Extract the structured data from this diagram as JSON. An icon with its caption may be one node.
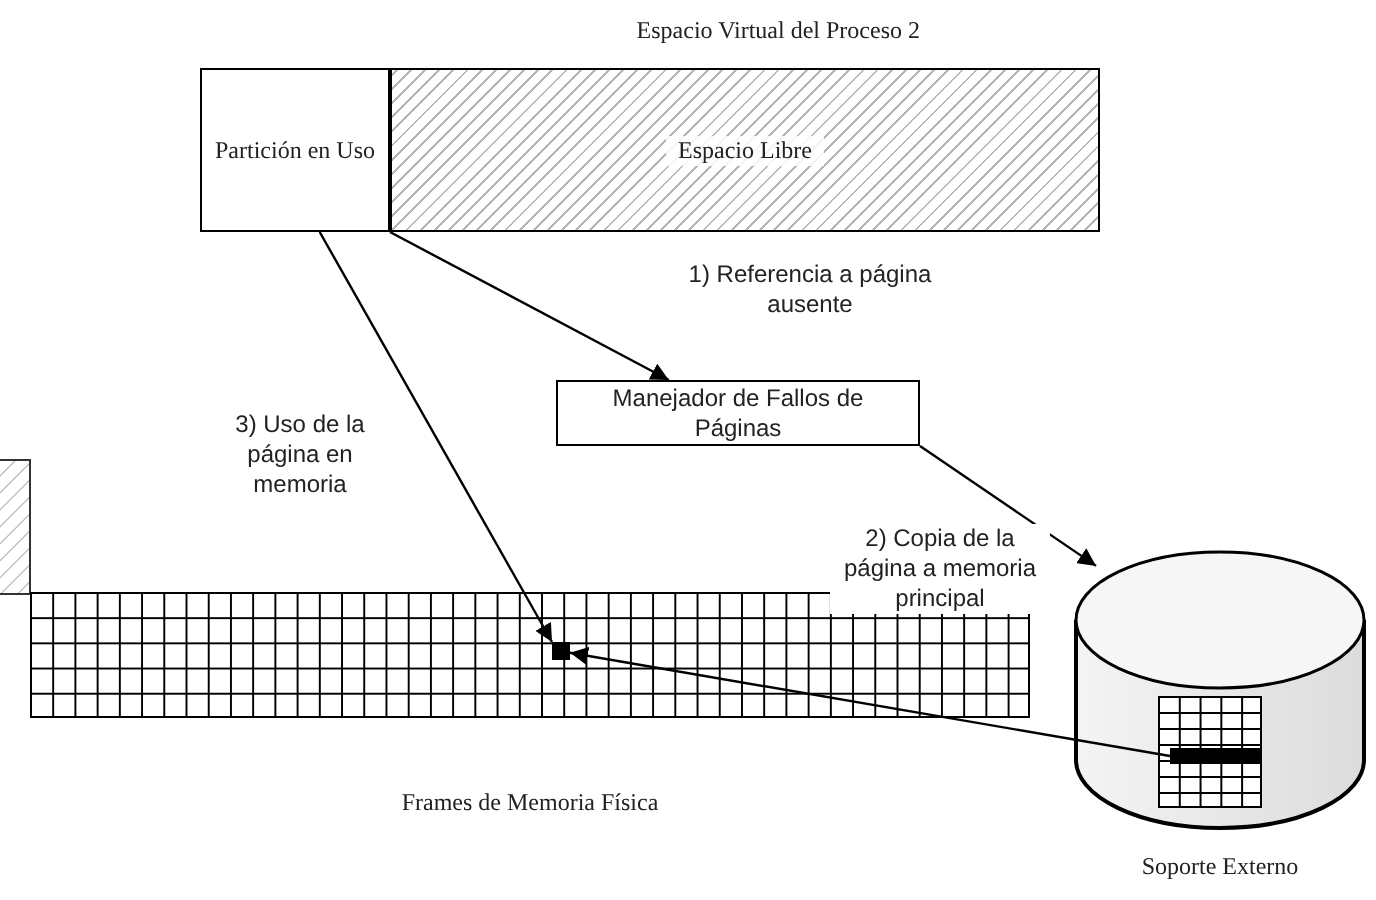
{
  "diagram": {
    "nodes": [
      {
        "text": [
          "Espacio Virtual del Proceso 2"
        ]
      },
      {
        "text": [
          "Partición en Uso"
        ],
        "in": 0
      },
      {
        "text": [
          "Espacio Libre"
        ],
        "in": 0
      },
      {
        "text": [
          "Manejador de Fallos de Páginas"
        ]
      },
      {
        "text": [
          "Soporte Externo"
        ]
      },
      {
        "text": [
          "Frames de Memoria Física"
        ]
      },
      {
        "text": [],
        "shape": "box",
        "in": 5
      },
      {
        "text": [],
        "shape": "bar",
        "in": 4
      }
    ],
    "edges": [
      {
        "from": 1,
        "to": 3,
        "arrow": "to",
        "label": "1) Referencia a página ausente"
      },
      {
        "from": 3,
        "to": 4,
        "arrow": "to",
        "label": "2) Copia de la página a memoria principal"
      },
      {
        "from": 1,
        "to": 6,
        "arrow": "to",
        "label": "3) Uso de la página en memoria"
      },
      {
        "from": 7,
        "to": 6,
        "arrow": "to"
      }
    ]
  }
}
